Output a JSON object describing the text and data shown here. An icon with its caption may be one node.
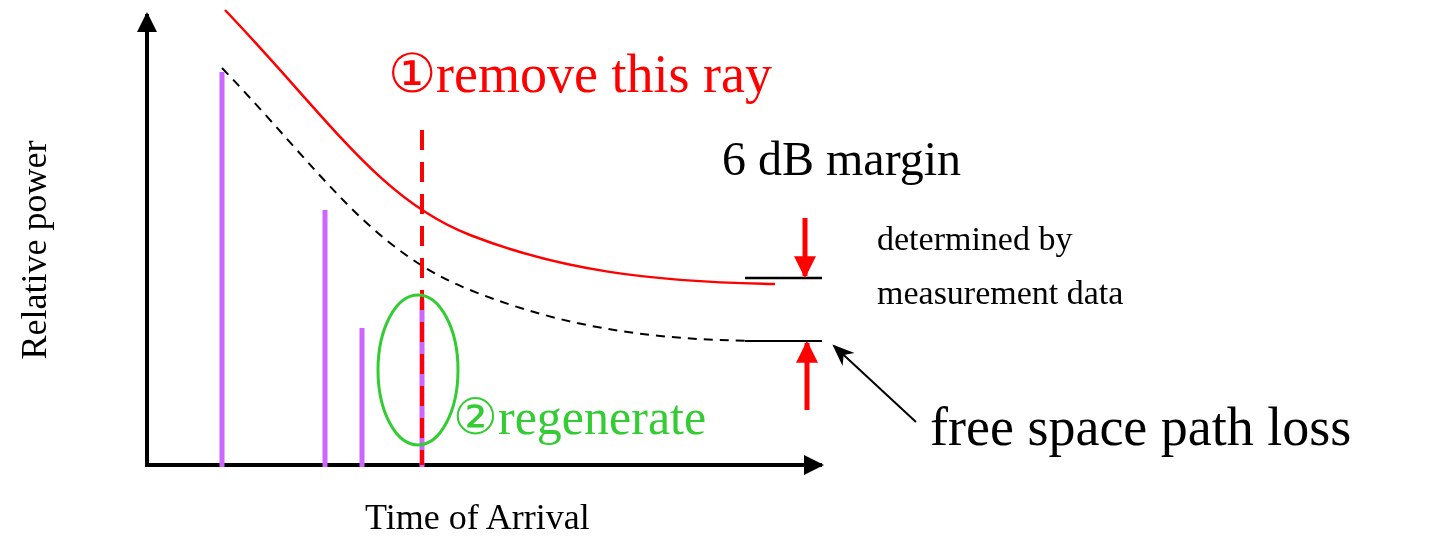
{
  "diagram": {
    "nodes": [
      {
        "text": [
          "free space path loss"
        ]
      },
      {
        "text": [],
        "shape": "line"
      }
    ],
    "edges": [
      {
        "from": 0,
        "to": 1,
        "arrow": "to"
      }
    ],
    "labels": [
      "Relative power",
      "①remove this ray",
      "6 dB margin",
      "determined by measurement data",
      "②regenerate",
      "Time of Arrival"
    ]
  }
}
